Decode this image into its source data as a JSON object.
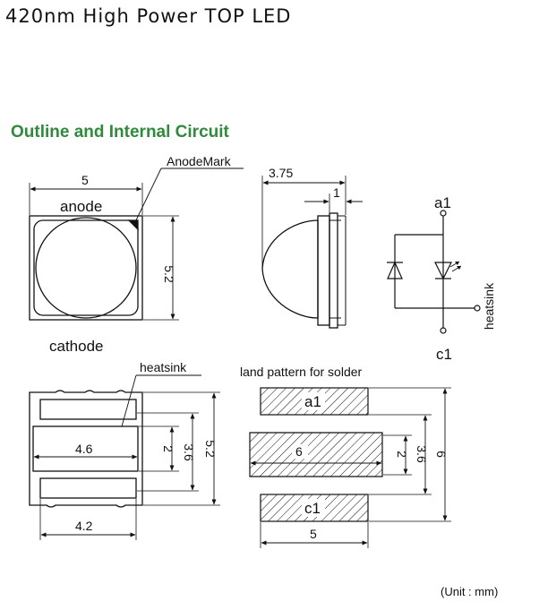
{
  "header": {
    "title": "420nm High Power TOP LED"
  },
  "section": {
    "title": "Outline and Internal Circuit"
  },
  "unit_note": "(Unit : mm)",
  "top_view": {
    "width_dim": "5",
    "height_dim": "5.2",
    "anode_label": "anode",
    "cathode_label": "cathode",
    "anode_mark_label": "AnodeMark"
  },
  "side_view": {
    "depth_dim": "3.75",
    "step_dim": "1"
  },
  "circuit": {
    "a1_label": "a1",
    "c1_label": "c1",
    "heatsink_label": "heatsink"
  },
  "bottom_view": {
    "heatsink_label": "heatsink",
    "pad_width_dim": "4.6",
    "pad_height_dim": "2",
    "mid_dim": "3.6",
    "total_dim": "5.2",
    "bottom_width_dim": "4.2"
  },
  "land_pattern": {
    "title": "land pattern for solder",
    "a1_label": "a1",
    "c1_label": "c1",
    "center_dim": "6",
    "pad_height_dim": "2",
    "mid_dim": "3.6",
    "total_dim": "6",
    "width_dim": "5"
  },
  "colors": {
    "heading": "#2f8a3c",
    "line": "#111111"
  }
}
